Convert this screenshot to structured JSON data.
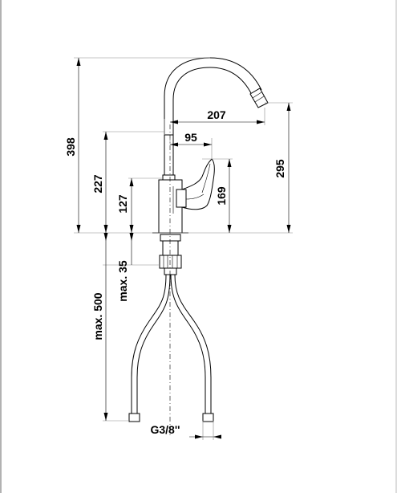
{
  "dimensions": {
    "total_height": "398",
    "to_lever_top": "227",
    "to_lever_base": "127",
    "spout_reach": "207",
    "lever_reach": "95",
    "outlet_height": "295",
    "lever_height": "169",
    "max_35": "max. 35",
    "max_500": "max. 500",
    "thread": "G3/8''"
  }
}
